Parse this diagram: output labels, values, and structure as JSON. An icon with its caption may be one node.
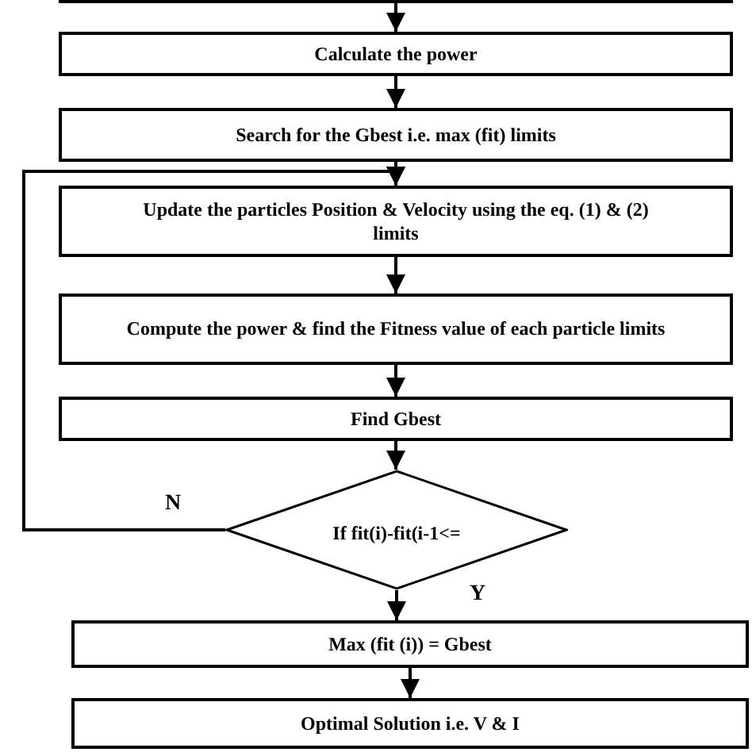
{
  "diagram": {
    "nodes": [
      {
        "text": [],
        "shape": "box"
      },
      {
        "text": [
          "Calculate the power"
        ]
      },
      {
        "text": [
          "Search for the Gbest i.e. max (fit) limits"
        ]
      },
      {
        "text": [
          "Update the particles Position & Velocity using the eq. (1) & (2) limits"
        ]
      },
      {
        "text": [
          "Compute the power & find the Fitness value of each particle limits"
        ]
      },
      {
        "text": [
          "Find Gbest"
        ]
      },
      {
        "text": [
          "If fit(i)-fit(i-1<="
        ]
      },
      {
        "text": [
          "Max (fit (i)) = Gbest"
        ]
      },
      {
        "text": [
          "Optimal Solution i.e. V & I"
        ]
      }
    ],
    "edges": [
      {
        "from": 0,
        "to": 1,
        "arrow": "to"
      },
      {
        "from": 1,
        "to": 2,
        "arrow": "to"
      },
      {
        "from": 2,
        "to": 3,
        "arrow": "to"
      },
      {
        "from": 3,
        "to": 4,
        "arrow": "to"
      },
      {
        "from": 4,
        "to": 5,
        "arrow": "to"
      },
      {
        "from": 5,
        "to": 6,
        "arrow": "to"
      },
      {
        "from": 6,
        "to": 3,
        "arrow": "to",
        "label": "N"
      },
      {
        "from": 6,
        "to": 7,
        "arrow": "to",
        "label": "Y"
      },
      {
        "from": 7,
        "to": 8,
        "arrow": "to"
      }
    ]
  }
}
